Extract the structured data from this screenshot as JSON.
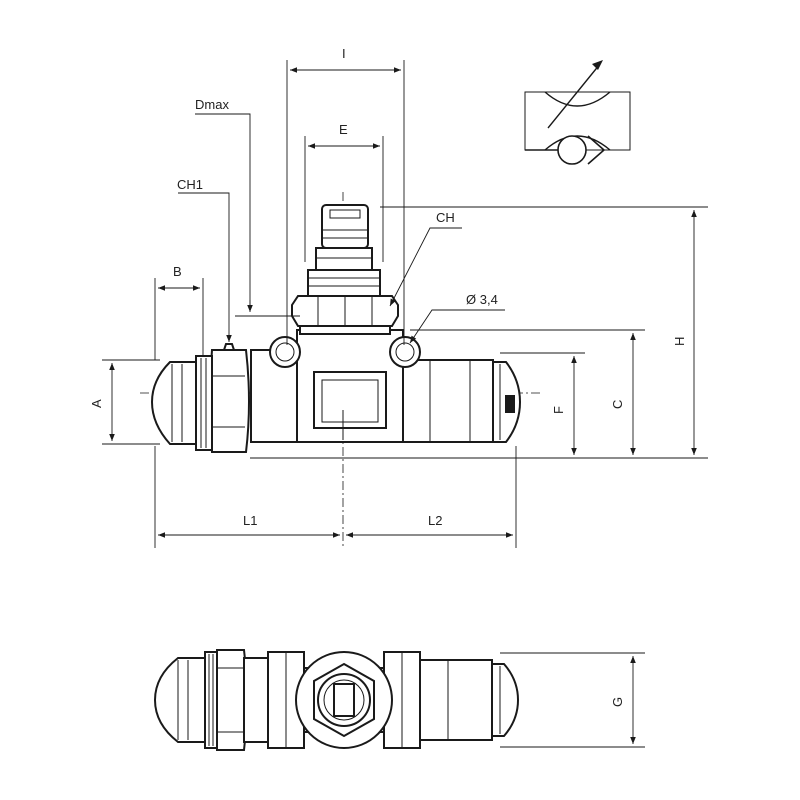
{
  "labels": {
    "I": "I",
    "E": "E",
    "Dmax": "Dmax",
    "CH1": "CH1",
    "CH": "CH",
    "B": "B",
    "hole": "Ø 3,4",
    "A": "A",
    "F": "F",
    "C": "C",
    "H": "H",
    "L1": "L1",
    "L2": "L2",
    "G": "G"
  }
}
